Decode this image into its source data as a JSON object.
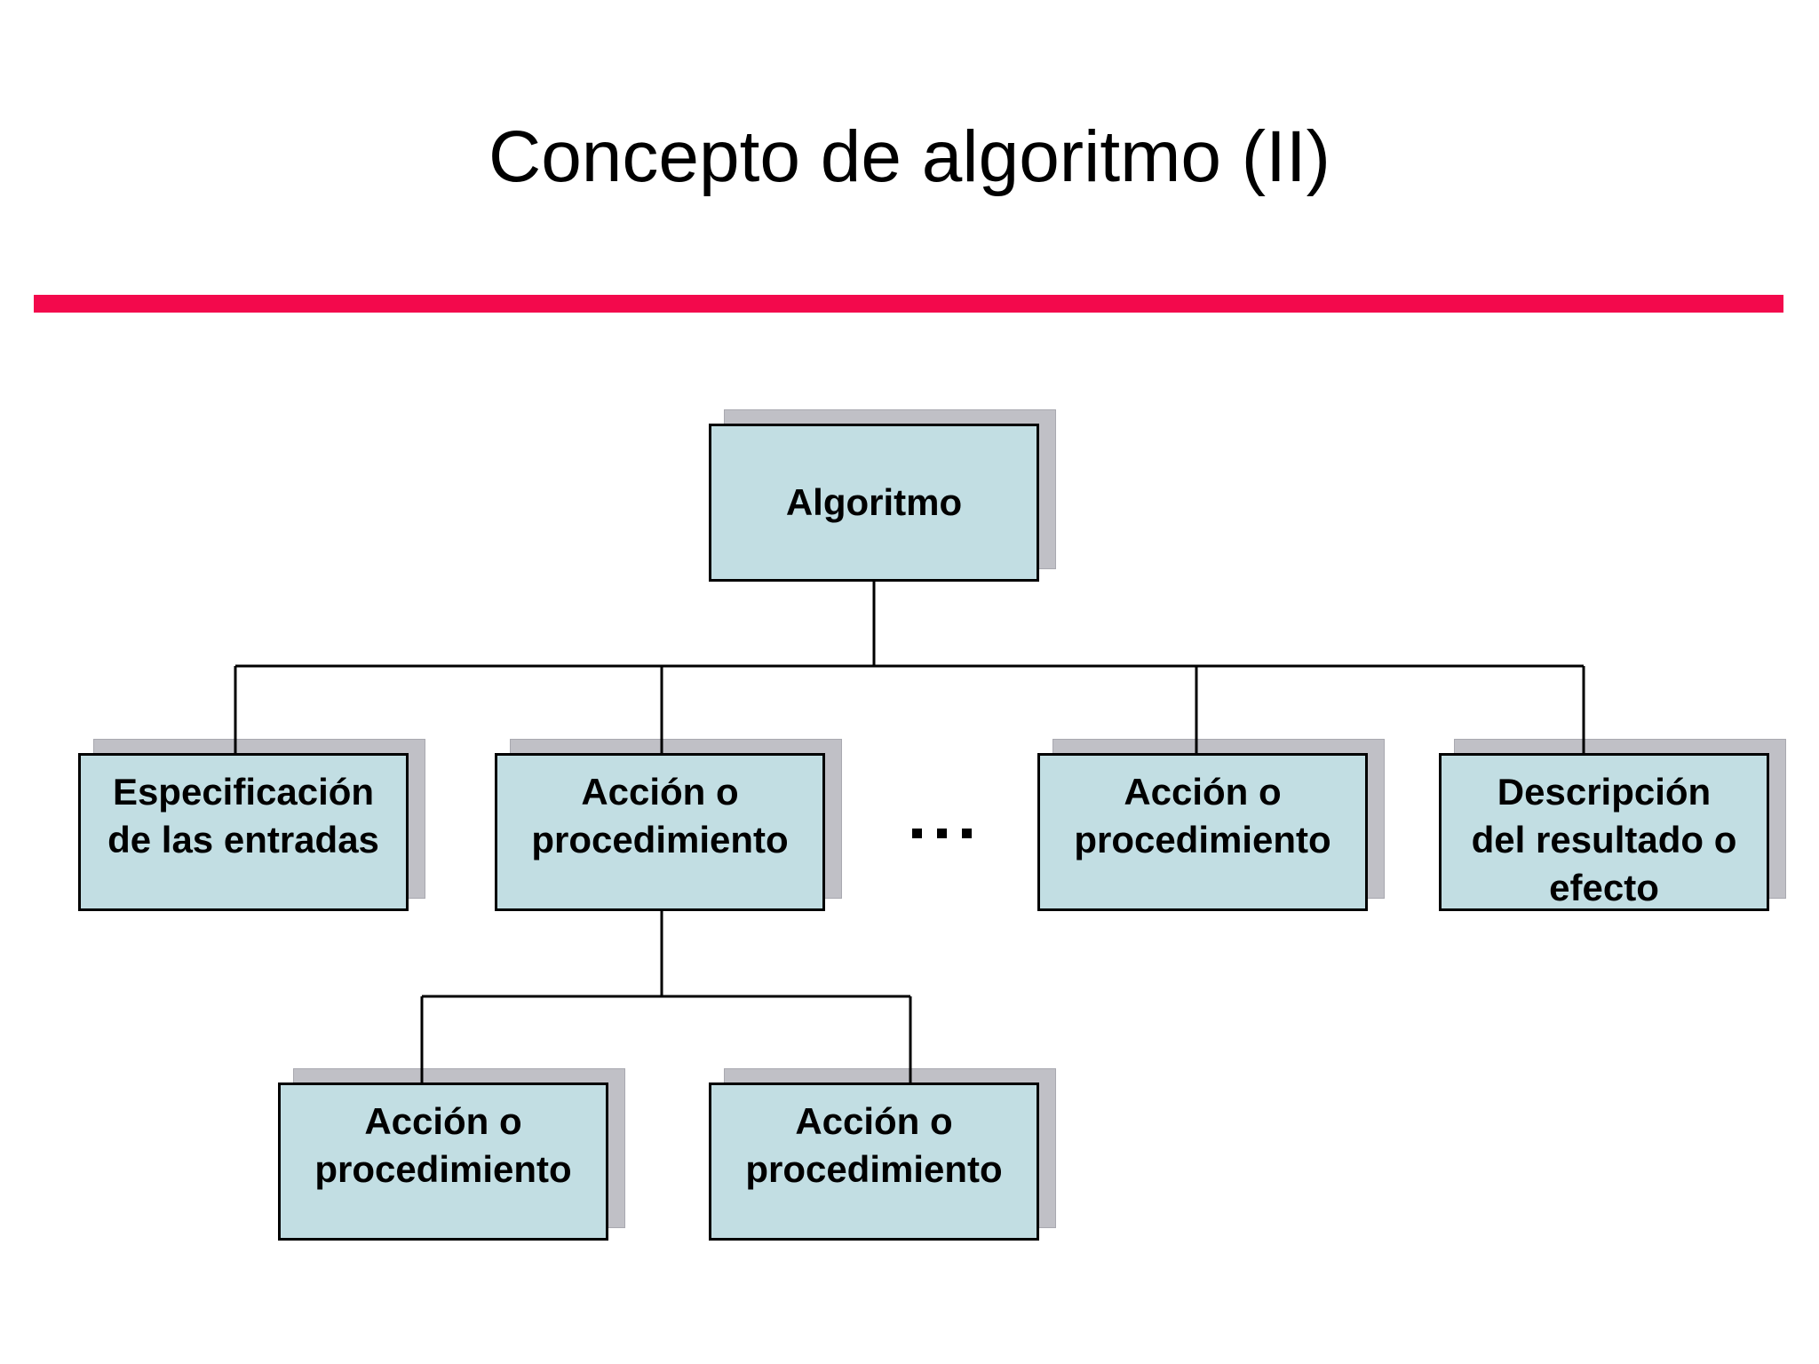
{
  "slide": {
    "title": "Concepto de algoritmo (II)"
  },
  "diagram": {
    "root": {
      "label": "Algoritmo"
    },
    "children": [
      {
        "label": "Especificación\nde las entradas"
      },
      {
        "label": "Acción o\nprocedimiento"
      },
      {
        "label": "Acción o\nprocedimiento"
      },
      {
        "label": "Descripción\ndel resultado o\nefecto"
      }
    ],
    "ellipsis": "· · ·",
    "subchildren": [
      {
        "label": "Acción o\nprocedimiento"
      },
      {
        "label": "Acción o\nprocedimiento"
      }
    ]
  },
  "colors": {
    "accent": "#f3094c",
    "box_fill": "#c2dee3",
    "box_border": "#000000",
    "shadow": "#c0c0c6",
    "line": "#000000"
  }
}
